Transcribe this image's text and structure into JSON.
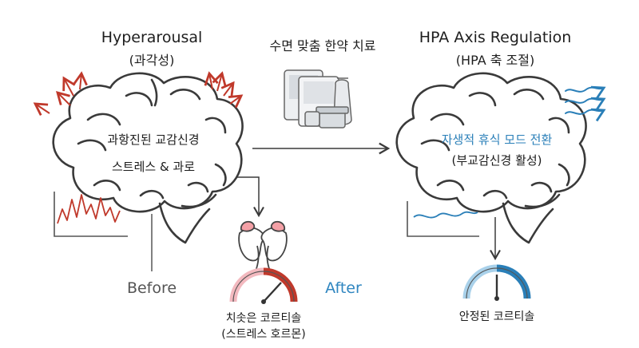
{
  "before_panel": {
    "title": "Hyperarousal",
    "subtitle": "(과각성)",
    "brain_line1": "과항진된 교감신경",
    "brain_line2": "스트레스 & 과로",
    "tag": "Before"
  },
  "center": {
    "treatment_label": "수면 맞춤 한약 치료",
    "cortisol_label": "치솟은 코르티솔",
    "cortisol_sub": "(스트레스 호르몬)"
  },
  "after_panel": {
    "title": "HPA Axis Regulation",
    "subtitle": "(HPA 축 조절)",
    "brain_line1": "자생적 휴식 모드 전환",
    "brain_line2": "(부교감신경 활성)",
    "tag": "After",
    "cortisol_label": "안정된 코르티솔"
  },
  "colors": {
    "stress_red": "#c0392b",
    "calm_blue": "#2a7fb8",
    "outline": "#3a3a3a"
  }
}
